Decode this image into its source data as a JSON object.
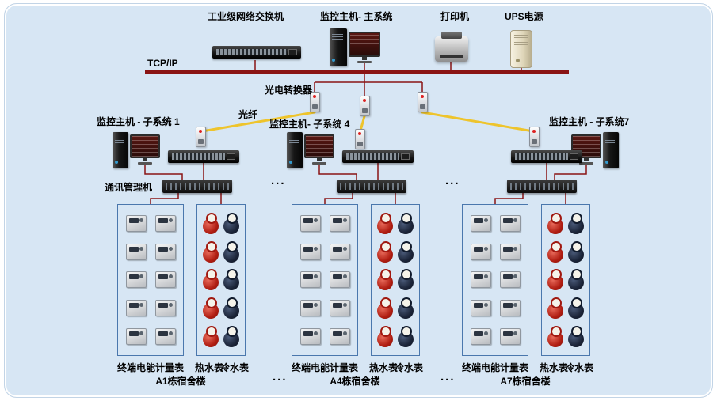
{
  "top": {
    "switch_label": "工业级网络交换机",
    "host_label": "监控主机- 主系统",
    "printer_label": "打印机",
    "ups_label": "UPS电源",
    "bus_label": "TCP/IP",
    "converter_label": "光电转换器",
    "fiber_label": "光纤"
  },
  "comm_label": "通讯管理机",
  "ellipsis": "...",
  "groups": [
    {
      "subsystem_label": "监控主机 - 子系统 1",
      "meters_label": "终端电能计量表",
      "hot_label": "热水表",
      "cold_label": "冷水表",
      "building_label": "A1栋宿舍楼"
    },
    {
      "subsystem_label": "监控主机- 子系统 4",
      "meters_label": "终端电能计量表",
      "hot_label": "热水表",
      "cold_label": "冷水表",
      "building_label": "A4栋宿舍楼"
    },
    {
      "subsystem_label": "监控主机 - 子系统7",
      "meters_label": "终端电能计量表",
      "hot_label": "热水表",
      "cold_label": "冷水表",
      "building_label": "A7栋宿舍楼"
    }
  ],
  "colors": {
    "bus": "#8a1414",
    "fiber": "#eec42c",
    "meter_box_border": "#4a77ad",
    "panel_bg": "#d7e6f4"
  },
  "grid": {
    "electric_per_box": 10,
    "water_rows_per_box": 5
  }
}
